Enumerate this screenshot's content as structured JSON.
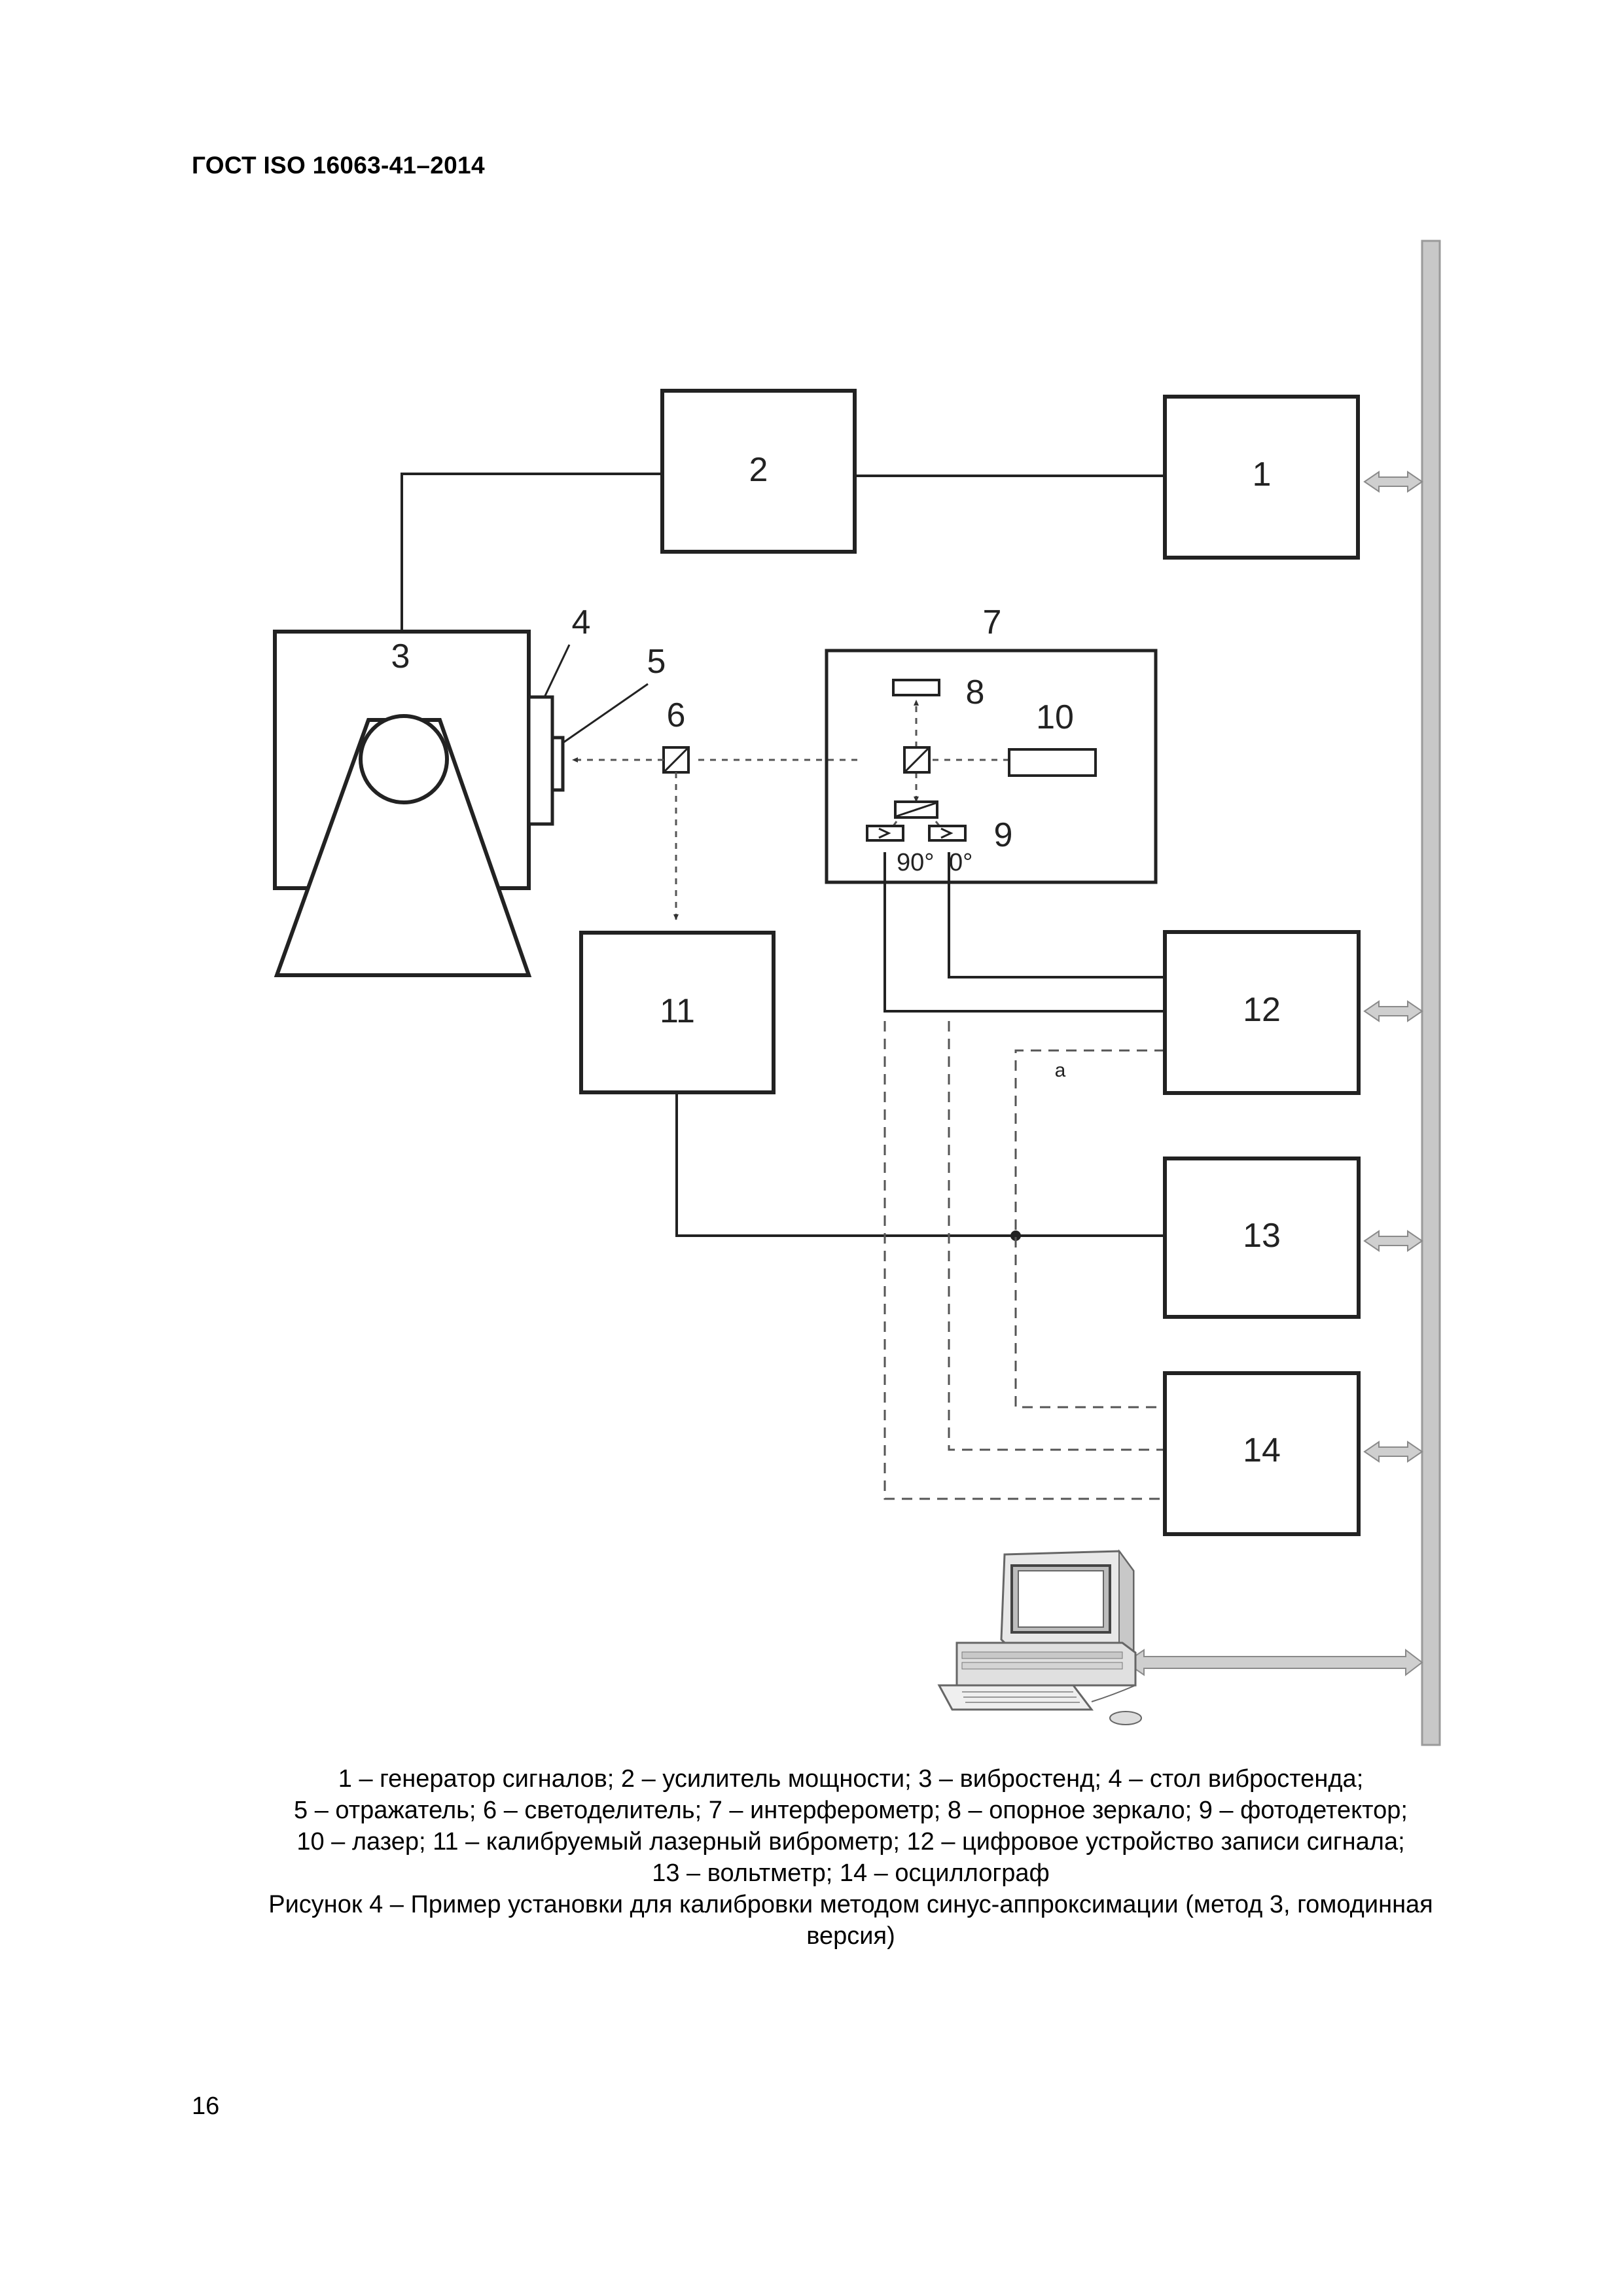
{
  "header": {
    "standard": "ГОСТ ISO 16063-41–2014"
  },
  "diagram": {
    "blocks": [
      {
        "id": "1",
        "label": "1"
      },
      {
        "id": "2",
        "label": "2"
      },
      {
        "id": "3",
        "label": "3"
      },
      {
        "id": "4",
        "label": "4"
      },
      {
        "id": "5",
        "label": "5"
      },
      {
        "id": "6",
        "label": "6"
      },
      {
        "id": "7",
        "label": "7"
      },
      {
        "id": "8",
        "label": "8"
      },
      {
        "id": "9",
        "label": "9"
      },
      {
        "id": "10",
        "label": "10"
      },
      {
        "id": "11",
        "label": "11"
      },
      {
        "id": "12",
        "label": "12"
      },
      {
        "id": "13",
        "label": "13"
      },
      {
        "id": "14",
        "label": "14"
      }
    ],
    "angle_90": "90°",
    "angle_0": "0°",
    "note_a": "a",
    "computer_icon": "desktop-computer-icon",
    "bus_color": "#c8c8c8"
  },
  "legend": {
    "line1": "1 – генератор сигналов; 2 – усилитель мощности; 3 – вибростенд; 4 – стол вибростенда;",
    "line2": "5 – отражатель; 6 – светоделитель; 7 – интерферометр; 8 – опорное зеркало; 9 – фотодетектор;",
    "line3": "10 – лазер; 11 – калибруемый лазерный виброметр; 12 – цифровое устройство записи сигнала;",
    "line4": "13 – вольтметр; 14 – осциллограф"
  },
  "figure_caption": {
    "line1": "Рисунок 4 – Пример установки для калибровки методом синус-аппроксимации (метод 3, гомодинная",
    "line2": "версия)"
  },
  "page_number": "16"
}
